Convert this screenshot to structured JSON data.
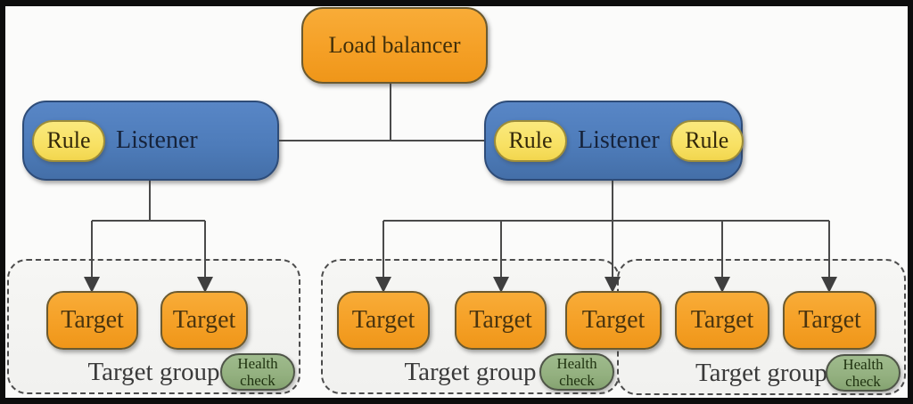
{
  "diagram": {
    "load_balancer": {
      "label": "Load balancer"
    },
    "listener_left": {
      "label": "Listener",
      "rule": "Rule"
    },
    "listener_right": {
      "label": "Listener",
      "rule_left": "Rule",
      "rule_right": "Rule"
    },
    "groups": [
      {
        "label": "Target group",
        "health_check": "Health check"
      },
      {
        "label": "Target group",
        "health_check": "Health check"
      },
      {
        "label": "Target group",
        "health_check": "Health check"
      }
    ],
    "targets": [
      "Target",
      "Target",
      "Target",
      "Target",
      "Target",
      "Target",
      "Target"
    ],
    "colors": {
      "orange_fill": "#F6A32A",
      "blue_fill": "#4E7CBA",
      "yellow_fill": "#F9E26B",
      "green_fill": "#93B07F",
      "connector": "#4A4A4A",
      "group_fill": "#F3F3F1",
      "frame": "#0D0D0D"
    }
  }
}
